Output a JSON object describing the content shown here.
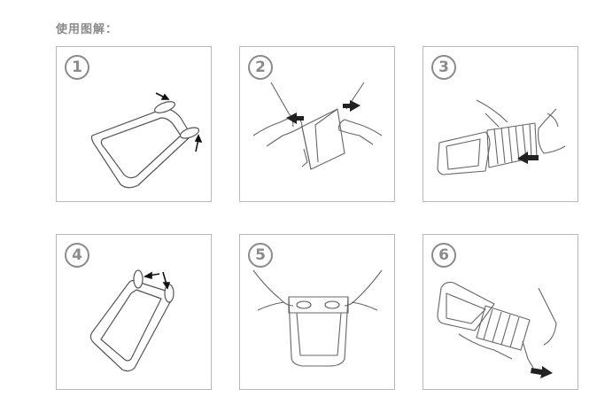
{
  "heading": "使用图解：",
  "steps": [
    {
      "num": "1",
      "illustration": "bag-open-clips-icon"
    },
    {
      "num": "2",
      "illustration": "hands-open-bag-icon"
    },
    {
      "num": "3",
      "illustration": "hands-roll-bag-icon"
    },
    {
      "num": "4",
      "illustration": "bag-close-clips-icon"
    },
    {
      "num": "5",
      "illustration": "hands-hold-bag-icon"
    },
    {
      "num": "6",
      "illustration": "hands-pull-strap-icon"
    }
  ]
}
